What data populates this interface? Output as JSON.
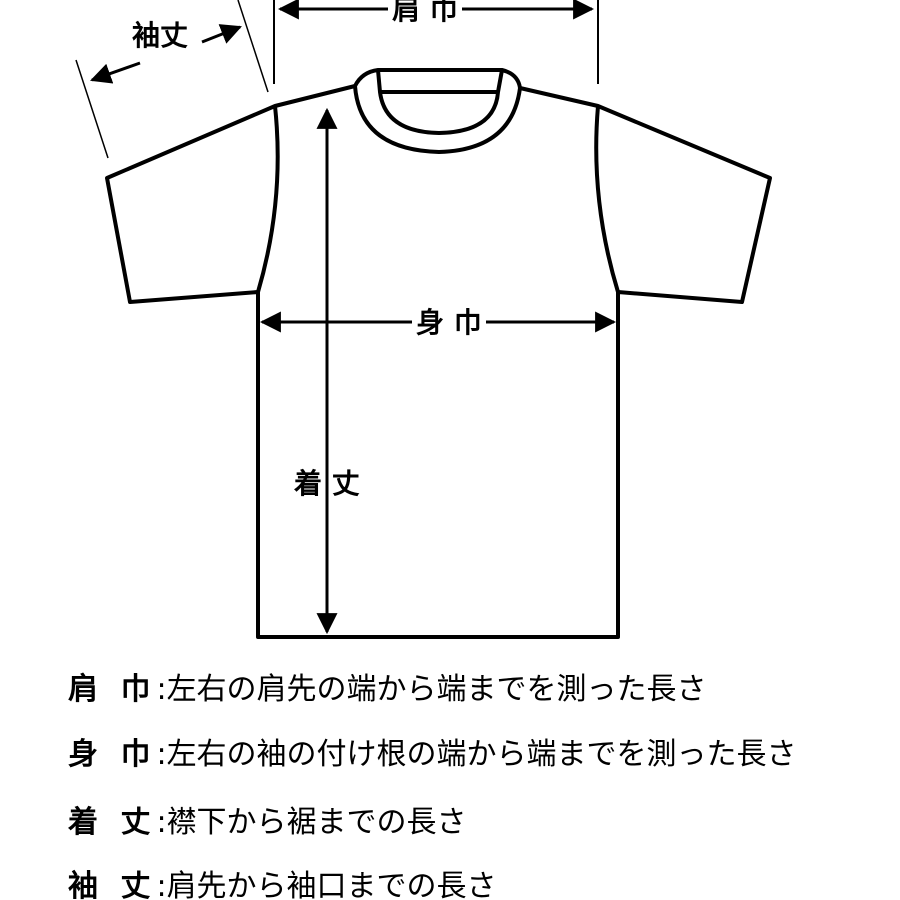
{
  "diagram": {
    "labels": {
      "shoulder_width": "肩 巾",
      "body_width": "身 巾",
      "length": "着 丈",
      "sleeve_length": "袖丈"
    }
  },
  "legend": [
    {
      "term": "肩 巾",
      "sep": ":",
      "text": "左右の肩先の端から端までを測った長さ"
    },
    {
      "term": "身 巾",
      "sep": ":",
      "text": "左右の袖の付け根の端から端までを測った長さ"
    },
    {
      "term": "着 丈",
      "sep": ":",
      "text": "襟下から裾までの長さ"
    },
    {
      "term": "袖 丈",
      "sep": ":",
      "text": "肩先から袖口までの長さ"
    }
  ]
}
